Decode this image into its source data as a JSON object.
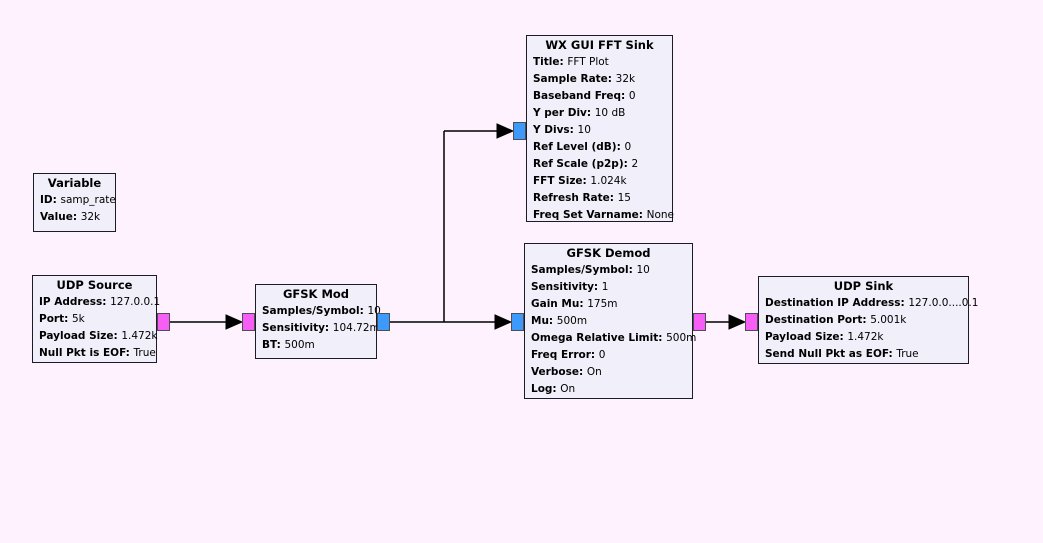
{
  "app": {
    "name": "GNU Radio Companion flowgraph",
    "colors": {
      "canvas_bg": "#fdf2fd",
      "block_fill": "#f0effa",
      "block_border": "#1c1c28",
      "port_byte": "#f65ef6",
      "port_complex": "#3d9afb",
      "wire": "#000000"
    }
  },
  "blocks": [
    {
      "title": "Variable",
      "params": [
        {
          "label": "ID:",
          "value": "samp_rate"
        },
        {
          "label": "Value:",
          "value": "32k"
        }
      ]
    },
    {
      "title": "UDP Source",
      "params": [
        {
          "label": "IP Address:",
          "value": "127.0.0.1"
        },
        {
          "label": "Port:",
          "value": "5k"
        },
        {
          "label": "Payload Size:",
          "value": "1.472k"
        },
        {
          "label": "Null Pkt is EOF:",
          "value": "True"
        }
      ]
    },
    {
      "title": "GFSK Mod",
      "params": [
        {
          "label": "Samples/Symbol:",
          "value": "10"
        },
        {
          "label": "Sensitivity:",
          "value": "104.72m"
        },
        {
          "label": "BT:",
          "value": "500m"
        }
      ]
    },
    {
      "title": "WX GUI FFT Sink",
      "params": [
        {
          "label": "Title:",
          "value": "FFT Plot"
        },
        {
          "label": "Sample Rate:",
          "value": "32k"
        },
        {
          "label": "Baseband Freq:",
          "value": "0"
        },
        {
          "label": "Y per Div:",
          "value": "10 dB"
        },
        {
          "label": "Y Divs:",
          "value": "10"
        },
        {
          "label": "Ref Level (dB):",
          "value": "0"
        },
        {
          "label": "Ref Scale (p2p):",
          "value": "2"
        },
        {
          "label": "FFT Size:",
          "value": "1.024k"
        },
        {
          "label": "Refresh Rate:",
          "value": "15"
        },
        {
          "label": "Freq Set Varname:",
          "value": "None"
        }
      ]
    },
    {
      "title": "GFSK Demod",
      "params": [
        {
          "label": "Samples/Symbol:",
          "value": "10"
        },
        {
          "label": "Sensitivity:",
          "value": "1"
        },
        {
          "label": "Gain Mu:",
          "value": "175m"
        },
        {
          "label": "Mu:",
          "value": "500m"
        },
        {
          "label": "Omega Relative Limit:",
          "value": "500m"
        },
        {
          "label": "Freq Error:",
          "value": "0"
        },
        {
          "label": "Verbose:",
          "value": "On"
        },
        {
          "label": "Log:",
          "value": "On"
        }
      ]
    },
    {
      "title": "UDP Sink",
      "params": [
        {
          "label": "Destination IP Address:",
          "value": "127.0.0....0.1"
        },
        {
          "label": "Destination Port:",
          "value": "5.001k"
        },
        {
          "label": "Payload Size:",
          "value": "1.472k"
        },
        {
          "label": "Send Null Pkt as EOF:",
          "value": "True"
        }
      ]
    }
  ],
  "connections": [
    {
      "from": "UDP Source",
      "to": "GFSK Mod"
    },
    {
      "from": "GFSK Mod",
      "to": "WX GUI FFT Sink"
    },
    {
      "from": "GFSK Mod",
      "to": "GFSK Demod"
    },
    {
      "from": "GFSK Demod",
      "to": "UDP Sink"
    }
  ]
}
